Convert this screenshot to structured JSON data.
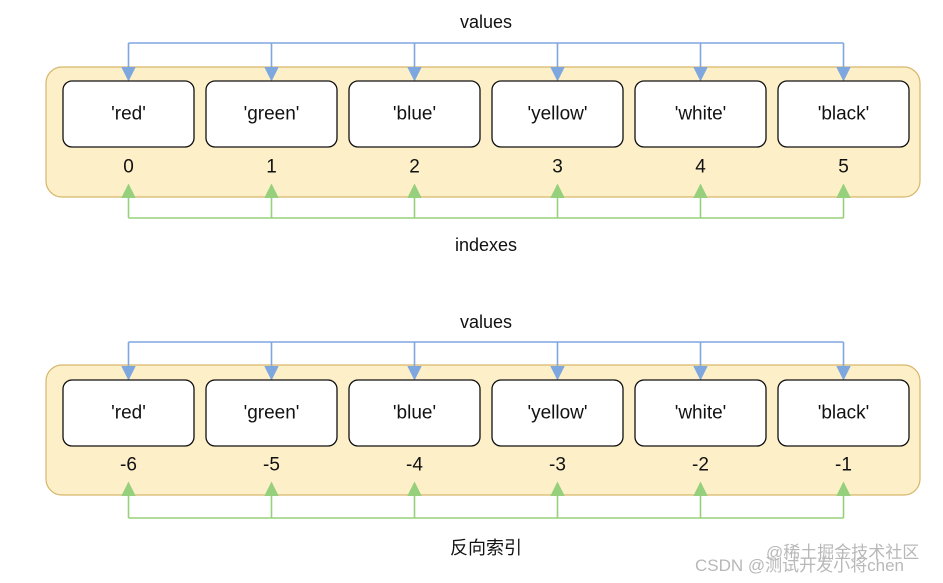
{
  "colors": {
    "panel_fill": "#fdf0c8",
    "panel_stroke": "#d7b66a",
    "values_arrow": "#7ea6df",
    "index_arrow": "#97d07d",
    "cell_stroke": "#111111"
  },
  "items": [
    "'red'",
    "'green'",
    "'blue'",
    "'yellow'",
    "'white'",
    "'black'"
  ],
  "diagrams": [
    {
      "top_label": "values",
      "bottom_label": "indexes",
      "indices": [
        "0",
        "1",
        "2",
        "3",
        "4",
        "5"
      ]
    },
    {
      "top_label": "values",
      "bottom_label": "反向索引",
      "indices": [
        "-6",
        "-5",
        "-4",
        "-3",
        "-2",
        "-1"
      ]
    }
  ],
  "watermark": {
    "line1": "@稀土掘金技术社区",
    "line2": "CSDN @测试开发小将chen"
  }
}
